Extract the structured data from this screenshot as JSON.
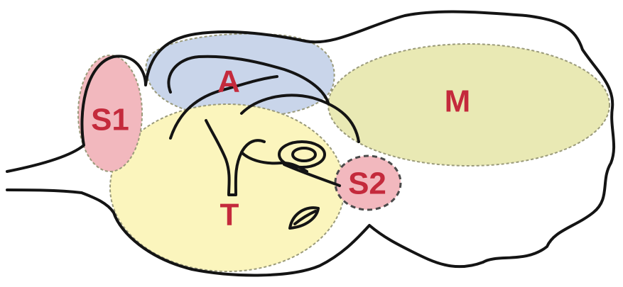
{
  "regions": {
    "s1": {
      "label": "S1",
      "fill": "#f2b8be"
    },
    "a": {
      "label": "A",
      "fill": "#c9d5ea"
    },
    "m": {
      "label": "M",
      "fill": "#e9e9b4"
    },
    "t": {
      "label": "T",
      "fill": "#fbf5bd"
    },
    "s2": {
      "label": "S2",
      "fill": "#f2b8be"
    }
  },
  "colors": {
    "label": "#c42a3c",
    "outline": "#141414"
  }
}
